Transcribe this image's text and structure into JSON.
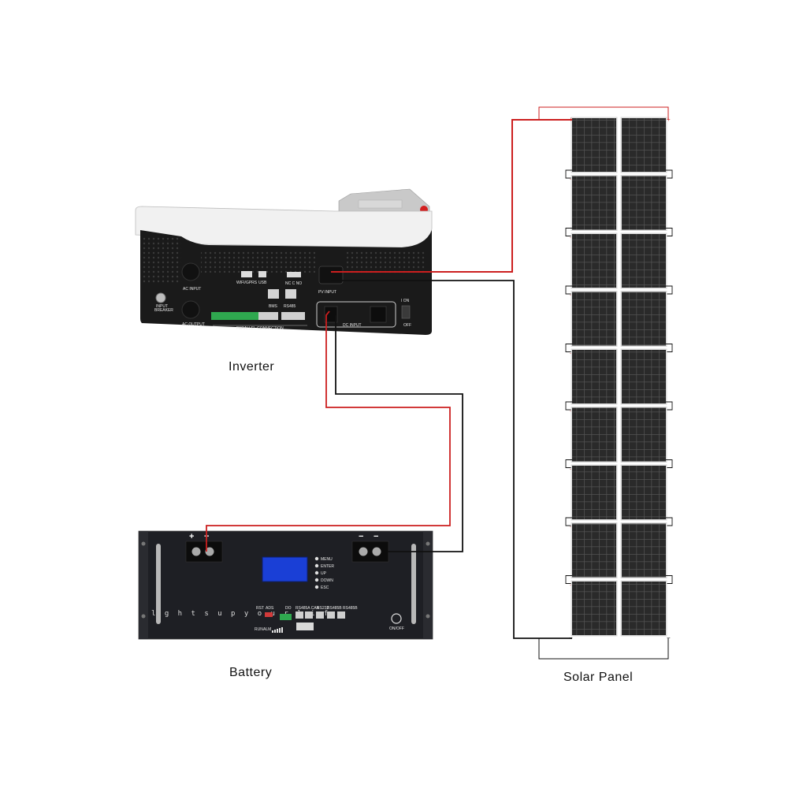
{
  "captions": {
    "inverter": "Inverter",
    "battery": "Battery",
    "solar_panel": "Solar Panel"
  },
  "inverter": {
    "labels": {
      "ac_input": "AC INPUT",
      "ac_output": "AC OUTPUT",
      "input_breaker_1": "INPUT",
      "input_breaker_2": "BREAKER",
      "wifi_gprs": "WIFI/GPRS",
      "usb": "USB",
      "nc_c_no": "NC  C  NO",
      "bms": "BMS",
      "rs485": "RS485",
      "parallel_connection": "PARALLEL CONNECTION",
      "pv_input": "PV INPUT",
      "dc_input": "DC INPUT",
      "switch_on": "I  ON",
      "switch_off": "OFF"
    }
  },
  "battery": {
    "slogan": "l g h t s   u p   y o u r   l i f e",
    "menu": [
      "MENU",
      "ENTER",
      "UP",
      "DOWN",
      "ESC"
    ],
    "labels": {
      "rst": "RST",
      "ads": "ADS",
      "do": "DO",
      "run": "RUN",
      "alm": "ALM",
      "rs485a_can": "RS485A CAN",
      "rs232": "RS232",
      "rs485b": "RS485B RS485B",
      "on_off": "ON/OFF",
      "plus": "+",
      "minus": "−"
    }
  },
  "solar_panel": {
    "plus_sign": "+",
    "minus_sign": "−"
  },
  "colors": {
    "positive_wire": "#cc1f1f",
    "negative_wire": "#111111",
    "inverter_body": "#1a1a1a",
    "inverter_top": "#f2f2f2",
    "battery_body": "#1e1f24",
    "battery_screen": "#1a3fd6",
    "panel_cell": "#2b2b2b"
  }
}
